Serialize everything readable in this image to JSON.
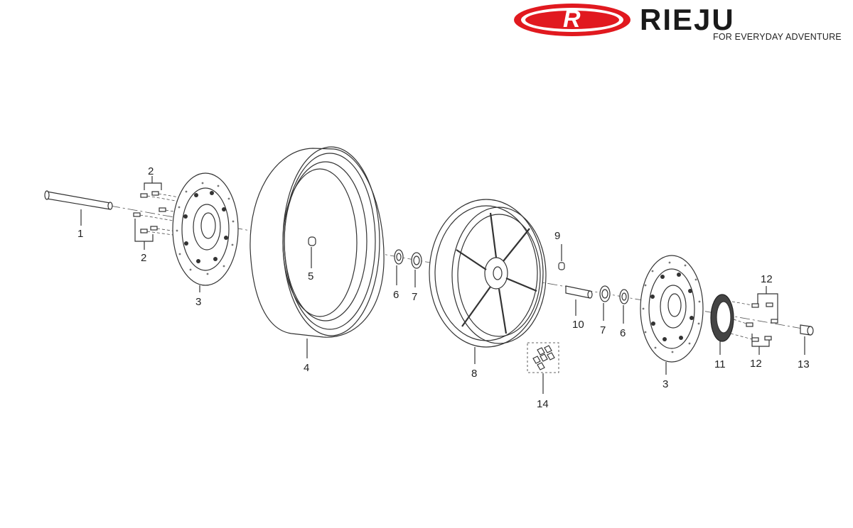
{
  "brand": {
    "logo_letter": "R",
    "name": "RIEJU",
    "tagline": "FOR EVERYDAY ADVENTURE",
    "logo_color": "#e1191f"
  },
  "parts": [
    {
      "id": "axle",
      "label": "1"
    },
    {
      "id": "bolts-disc-left-top",
      "label": "2"
    },
    {
      "id": "bolts-disc-left-bottom",
      "label": "2"
    },
    {
      "id": "brake-disc-left",
      "label": "3"
    },
    {
      "id": "tire",
      "label": "4"
    },
    {
      "id": "valve",
      "label": "5"
    },
    {
      "id": "oil-seal-left",
      "label": "6"
    },
    {
      "id": "bearing-left",
      "label": "7"
    },
    {
      "id": "rim",
      "label": "8"
    },
    {
      "id": "spacer",
      "label": "9"
    },
    {
      "id": "rim-valve",
      "label": "10"
    },
    {
      "id": "bearing-right",
      "label": "7"
    },
    {
      "id": "oil-seal-right",
      "label": "6"
    },
    {
      "id": "brake-disc-right",
      "label": "3"
    },
    {
      "id": "abs-ring",
      "label": "11"
    },
    {
      "id": "bolts-ring-top",
      "label": "12"
    },
    {
      "id": "bolts-ring-bottom",
      "label": "12"
    },
    {
      "id": "collar",
      "label": "13"
    },
    {
      "id": "balance-weights",
      "label": "14"
    }
  ]
}
